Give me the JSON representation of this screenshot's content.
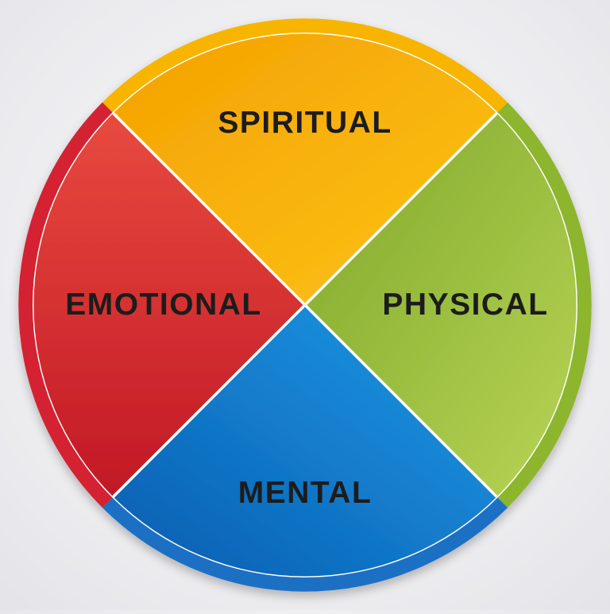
{
  "diagram": {
    "segments": [
      {
        "id": "spiritual",
        "label": "SPIRITUAL",
        "position": "top",
        "color_light": "#fcc419",
        "color_dark": "#f59f00",
        "rim_color": "#f7b500"
      },
      {
        "id": "physical",
        "label": "PHYSICAL",
        "position": "right",
        "color_light": "#b8d456",
        "color_dark": "#7fa82a",
        "rim_color": "#8db52e"
      },
      {
        "id": "mental",
        "label": "MENTAL",
        "position": "bottom",
        "color_light": "#1996e0",
        "color_dark": "#0b5cb0",
        "rim_color": "#1a6fc4"
      },
      {
        "id": "emotional",
        "label": "EMOTIONAL",
        "position": "left",
        "color_light": "#e84a3e",
        "color_dark": "#c21826",
        "rim_color": "#d42230"
      }
    ],
    "divider_color": "#ffffff",
    "label_color": "#1c1c1c"
  }
}
